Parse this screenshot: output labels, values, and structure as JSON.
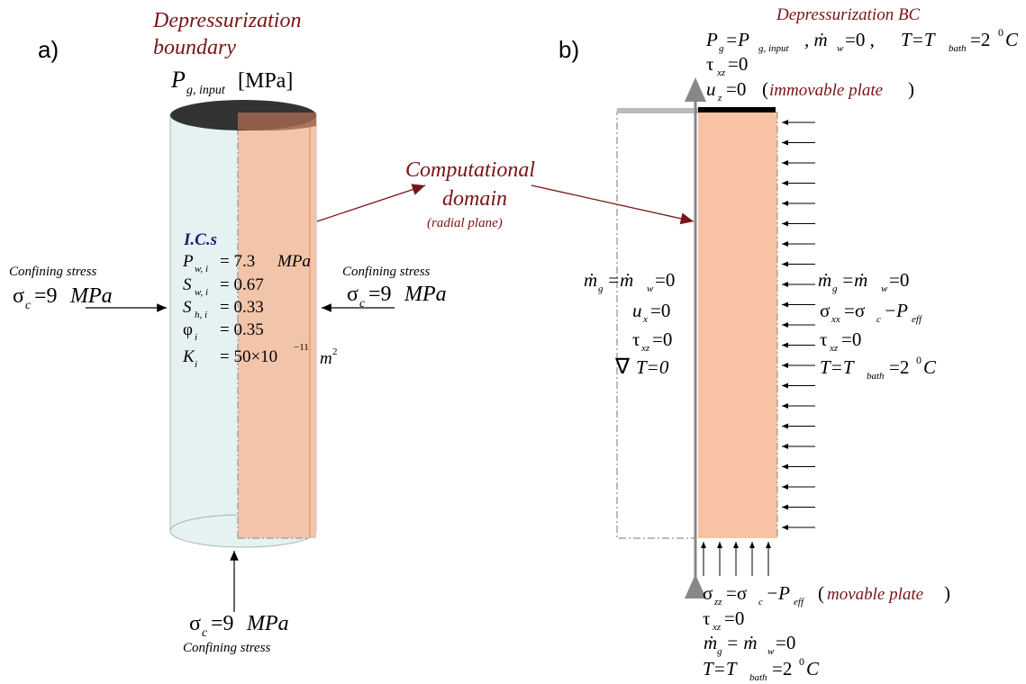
{
  "panel_a": {
    "label": "a)",
    "title_line1": "Depressurization",
    "title_line2": "boundary",
    "pressure_symbol": "P",
    "pressure_sub": "g, input",
    "pressure_unit": "[MPa]",
    "ic_title": "I.C.s",
    "ic": [
      {
        "sym": "P",
        "sub": "w, i",
        "val": "= 7.3",
        "unit": "MPa",
        "sup": ""
      },
      {
        "sym": "S",
        "sub": "w, i",
        "val": "= 0.67",
        "unit": "",
        "sup": ""
      },
      {
        "sym": "S",
        "sub": "h, i",
        "val": "= 0.33",
        "unit": "",
        "sup": ""
      },
      {
        "sym": "φ",
        "sub": "i",
        "val": "= 0.35",
        "unit": "",
        "sup": ""
      },
      {
        "sym": "K",
        "sub": "i",
        "val": "= 50×10",
        "unit": "m",
        "sup": "−11"
      }
    ],
    "confining_label": "Confining stress",
    "sigma_symbol": "σ",
    "sigma_sub": "c",
    "sigma_value": "=9",
    "sigma_unit": "MPa"
  },
  "middle": {
    "line1": "Computational",
    "line2": "domain",
    "line3": "(radial plane)"
  },
  "panel_b": {
    "label": "b)",
    "top_title": "Depressurization BC",
    "top_eq1": "P",
    "top_eq1_sub": "g",
    "top_eq1_rest": "=P",
    "top_eq1_sub2": "g, input",
    "top_eq1_mw": ",  ṁ",
    "top_eq1_mw_sub": "w",
    "top_eq1_mw_rest": "=0  ,",
    "top_eq1_T": "T=T",
    "top_eq1_T_sub": "bath",
    "top_eq1_T_rest": "=2",
    "top_eq1_T_sup": "0",
    "top_eq1_T_unit": "C",
    "top_eq2": "τ",
    "top_eq2_sub": "xz",
    "top_eq2_rest": "=0",
    "top_eq3": "u",
    "top_eq3_sub": "z",
    "top_eq3_rest": "=0",
    "top_eq3_note": "immovable plate",
    "left_eqs": [
      {
        "a": "ṁ",
        "a_sub": "g",
        "b": "=ṁ",
        "b_sub": "w",
        "c": "=0"
      },
      {
        "a": "u",
        "a_sub": "x",
        "b": "=0",
        "b_sub": "",
        "c": ""
      },
      {
        "a": "τ",
        "a_sub": "xz",
        "b": "=0",
        "b_sub": "",
        "c": ""
      },
      {
        "a": "∇",
        "a_sub": "",
        "b": "T=0",
        "b_sub": "",
        "c": ""
      }
    ],
    "right_eqs": [
      {
        "a": "ṁ",
        "a_sub": "g",
        "b": "=ṁ",
        "b_sub": "w",
        "c": "=0",
        "c_sub": "",
        "d": "",
        "d_sup": "",
        "e": ""
      },
      {
        "a": "σ",
        "a_sub": "xx",
        "b": "=σ",
        "b_sub": "c",
        "c": "−P",
        "c_sub": "eff",
        "d": "",
        "d_sup": "",
        "e": ""
      },
      {
        "a": "τ",
        "a_sub": "xz",
        "b": "  =0",
        "b_sub": "",
        "c": "",
        "c_sub": "",
        "d": "",
        "d_sup": "",
        "e": ""
      },
      {
        "a": "T=T",
        "a_sub": "bath",
        "b": "=2",
        "b_sub": "",
        "c": "",
        "c_sub": "",
        "d": "0",
        "d_sup": "",
        "e": "C"
      }
    ],
    "bottom_eqs": [
      {
        "a": "σ",
        "a_sub": "zz",
        "b": "=σ",
        "b_sub": "c",
        "c": "−P",
        "c_sub": "eff"
      },
      {
        "a": "τ",
        "a_sub": "xz",
        "b": "=0",
        "b_sub": "",
        "c": "",
        "c_sub": ""
      },
      {
        "a": "ṁ",
        "a_sub": "g",
        "b": " = ṁ",
        "b_sub": "w",
        "c": "=0",
        "c_sub": ""
      },
      {
        "a": "T=T",
        "a_sub": "bath",
        "b": "=2",
        "b_sub": "",
        "c": "C",
        "c_sub": ""
      }
    ],
    "bottom_note": "movable plate",
    "bottom_T_sup": "0"
  },
  "colors": {
    "cylinder_fill": "#e6f2f1",
    "domain_fill": "#f2c4aa",
    "domain_edge": "#d58a6a",
    "title_red": "#7a1416",
    "ic_title_blue": "#1c1f7a",
    "top_ellipse": "#333333"
  }
}
